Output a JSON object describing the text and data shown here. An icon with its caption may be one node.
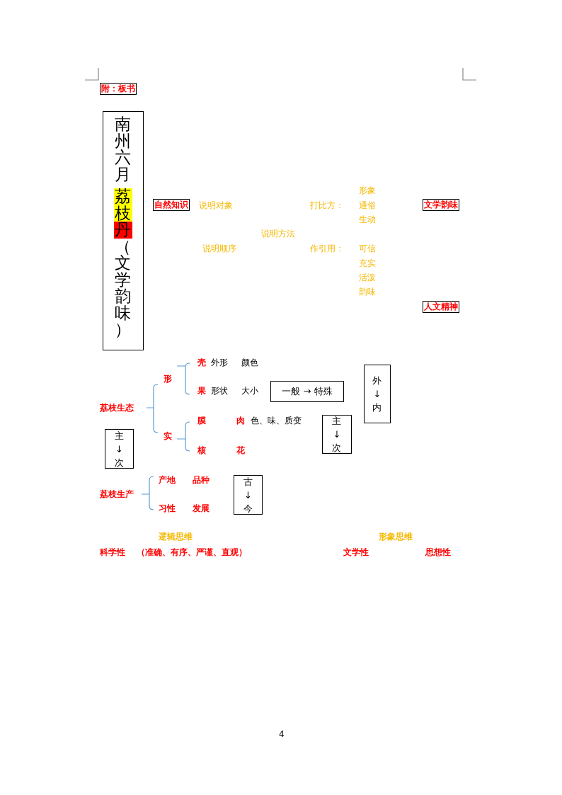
{
  "diagram": {
    "nodes": [
      {
        "text": [
          "附：板书"
        ]
      },
      {
        "text": [
          "南州六月",
          "荔枝丹",
          "（文学韵味）"
        ]
      },
      {
        "text": [
          "自然知识"
        ]
      },
      {
        "text": [
          "文学韵味"
        ]
      },
      {
        "text": [
          "人文精神"
        ]
      },
      {
        "text": [
          "外↓内"
        ]
      },
      {
        "text": [
          "一般 → 特殊"
        ]
      },
      {
        "text": [
          "主↓次"
        ]
      },
      {
        "text": [
          "主↓次"
        ]
      },
      {
        "text": [
          "古↓今"
        ]
      }
    ],
    "labels": [
      "形象",
      "说明对象",
      "打比方：",
      "通俗",
      "生动",
      "说明方法",
      "说明顺序",
      "作引用：",
      "可信",
      "充实",
      "活泼",
      "韵味",
      "壳",
      "外形",
      "颜色",
      "形",
      "果",
      "形状",
      "大小",
      "荔枝生态",
      "膜",
      "肉",
      "色、味、质变",
      "实",
      "核",
      "花",
      "产地",
      "品种",
      "荔枝生产",
      "习性",
      "发展",
      "逻辑思维",
      "形象思维",
      "科学性",
      "（准确、有序、严谨、直观）",
      "文学性",
      "思想性",
      "4"
    ]
  }
}
